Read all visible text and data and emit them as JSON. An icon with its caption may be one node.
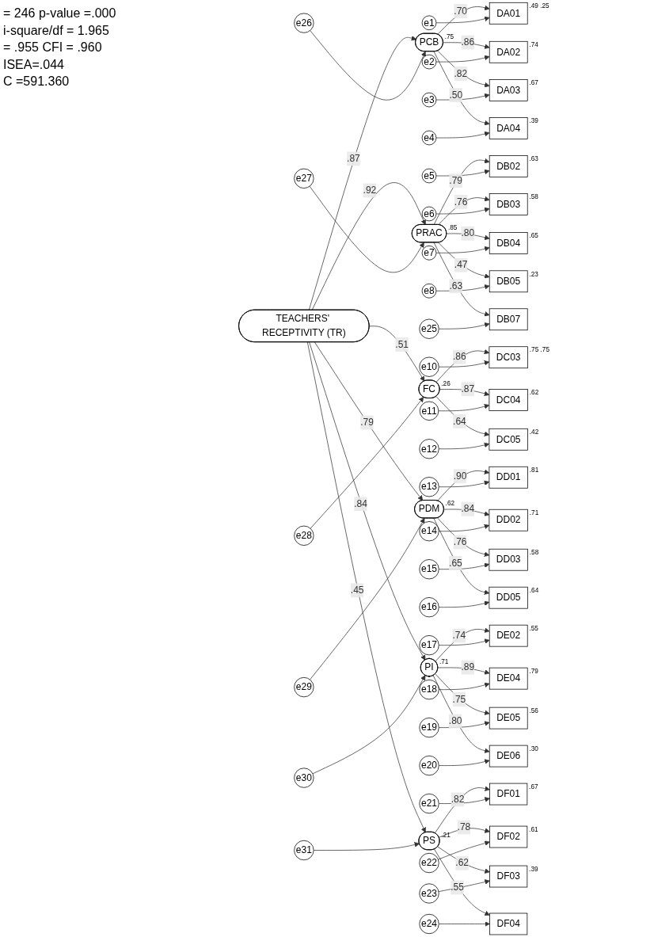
{
  "diagram": {
    "nodes": [
      {
        "text": [
          "TEACHERS' RECEPTIVITY (TR)"
        ]
      },
      {
        "text": [
          "e26"
        ]
      },
      {
        "text": [
          "PCB"
        ],
        "beside": [
          ".75"
        ]
      },
      {
        "text": [
          "DA01"
        ],
        "beside": [
          ".49",
          ".25"
        ]
      },
      {
        "text": [
          "DA02"
        ],
        "beside": [
          ".74"
        ]
      },
      {
        "text": [
          "DA03"
        ],
        "beside": [
          ".67"
        ]
      },
      {
        "text": [
          "DA04"
        ],
        "beside": [
          ".39"
        ]
      },
      {
        "text": [
          "e1"
        ]
      },
      {
        "text": [
          "e2"
        ]
      },
      {
        "text": [
          "e3"
        ]
      },
      {
        "text": [
          "e4"
        ]
      },
      {
        "text": [
          "e27"
        ]
      },
      {
        "text": [
          "PRAC"
        ],
        "beside": [
          ".85"
        ]
      },
      {
        "text": [
          "DB02"
        ],
        "beside": [
          ".63"
        ]
      },
      {
        "text": [
          "DB03"
        ],
        "beside": [
          ".58"
        ]
      },
      {
        "text": [
          "DB04"
        ],
        "beside": [
          ".65"
        ]
      },
      {
        "text": [
          "DB05"
        ],
        "beside": [
          ".23"
        ]
      },
      {
        "text": [
          "DB07"
        ]
      },
      {
        "text": [
          "e5"
        ]
      },
      {
        "text": [
          "e6"
        ]
      },
      {
        "text": [
          "e7"
        ]
      },
      {
        "text": [
          "e8"
        ]
      },
      {
        "text": [
          "e25"
        ]
      },
      {
        "text": [
          "e28"
        ]
      },
      {
        "text": [
          "FC"
        ],
        "beside": [
          ".26"
        ]
      },
      {
        "text": [
          "DC03"
        ],
        "beside": [
          ".75",
          ".75"
        ]
      },
      {
        "text": [
          "DC04"
        ],
        "beside": [
          ".62"
        ]
      },
      {
        "text": [
          "DC05"
        ],
        "beside": [
          ".42"
        ]
      },
      {
        "text": [
          "e10"
        ]
      },
      {
        "text": [
          "e11"
        ]
      },
      {
        "text": [
          "e12"
        ]
      },
      {
        "text": [
          "e29"
        ]
      },
      {
        "text": [
          "PDM"
        ],
        "beside": [
          ".62"
        ]
      },
      {
        "text": [
          "DD01"
        ],
        "beside": [
          ".81"
        ]
      },
      {
        "text": [
          "DD02"
        ],
        "beside": [
          ".71"
        ]
      },
      {
        "text": [
          "DD03"
        ],
        "beside": [
          ".58"
        ]
      },
      {
        "text": [
          "DD05"
        ],
        "beside": [
          ".64"
        ]
      },
      {
        "text": [
          "e13"
        ]
      },
      {
        "text": [
          "e14"
        ]
      },
      {
        "text": [
          "e15"
        ]
      },
      {
        "text": [
          "e16"
        ]
      },
      {
        "text": [
          "e30"
        ]
      },
      {
        "text": [
          "PI"
        ],
        "beside": [
          ".71"
        ]
      },
      {
        "text": [
          "DE02"
        ],
        "beside": [
          ".55"
        ]
      },
      {
        "text": [
          "DE04"
        ],
        "beside": [
          ".79"
        ]
      },
      {
        "text": [
          "DE05"
        ],
        "beside": [
          ".56"
        ]
      },
      {
        "text": [
          "DE06"
        ],
        "beside": [
          ".30"
        ]
      },
      {
        "text": [
          "e17"
        ]
      },
      {
        "text": [
          "e18"
        ]
      },
      {
        "text": [
          "e19"
        ]
      },
      {
        "text": [
          "e20"
        ]
      },
      {
        "text": [
          "e31"
        ]
      },
      {
        "text": [
          "PS"
        ],
        "beside": [
          ".21"
        ]
      },
      {
        "text": [
          "DF01"
        ],
        "beside": [
          ".67"
        ]
      },
      {
        "text": [
          "DF02"
        ],
        "beside": [
          ".61"
        ]
      },
      {
        "text": [
          "DF03"
        ],
        "beside": [
          ".39"
        ]
      },
      {
        "text": [
          "DF04"
        ]
      },
      {
        "text": [
          "e21"
        ]
      },
      {
        "text": [
          "e22"
        ]
      },
      {
        "text": [
          "e23"
        ]
      },
      {
        "text": [
          "e24"
        ]
      }
    ],
    "edges": [
      {
        "from": 0,
        "to": 2,
        "arrow": "to",
        "label": ".87"
      },
      {
        "from": 1,
        "to": 2,
        "arrow": "to"
      },
      {
        "from": 2,
        "to": 3,
        "arrow": "to",
        "label": ".70"
      },
      {
        "from": 2,
        "to": 4,
        "arrow": "to",
        "label": ".86"
      },
      {
        "from": 2,
        "to": 5,
        "arrow": "to",
        "label": ".82"
      },
      {
        "from": 2,
        "to": 6,
        "arrow": "to",
        "label": ".50"
      },
      {
        "from": 7,
        "to": 3,
        "arrow": "to"
      },
      {
        "from": 8,
        "to": 4,
        "arrow": "to"
      },
      {
        "from": 9,
        "to": 5,
        "arrow": "to"
      },
      {
        "from": 10,
        "to": 6,
        "arrow": "to"
      },
      {
        "from": 0,
        "to": 12,
        "arrow": "to",
        "label": ".92"
      },
      {
        "from": 11,
        "to": 12,
        "arrow": "to"
      },
      {
        "from": 12,
        "to": 13,
        "arrow": "to",
        "label": ".79"
      },
      {
        "from": 12,
        "to": 14,
        "arrow": "to",
        "label": ".76"
      },
      {
        "from": 12,
        "to": 15,
        "arrow": "to",
        "label": ".80"
      },
      {
        "from": 12,
        "to": 16,
        "arrow": "to",
        "label": ".47"
      },
      {
        "from": 12,
        "to": 17,
        "arrow": "to",
        "label": ".63"
      },
      {
        "from": 18,
        "to": 13,
        "arrow": "to"
      },
      {
        "from": 19,
        "to": 14,
        "arrow": "to"
      },
      {
        "from": 20,
        "to": 15,
        "arrow": "to"
      },
      {
        "from": 21,
        "to": 16,
        "arrow": "to"
      },
      {
        "from": 22,
        "to": 17,
        "arrow": "to"
      },
      {
        "from": 0,
        "to": 24,
        "arrow": "to",
        "label": ".51"
      },
      {
        "from": 23,
        "to": 24,
        "arrow": "to"
      },
      {
        "from": 24,
        "to": 25,
        "arrow": "to",
        "label": ".86"
      },
      {
        "from": 24,
        "to": 26,
        "arrow": "to",
        "label": ".87"
      },
      {
        "from": 24,
        "to": 27,
        "arrow": "to",
        "label": ".64"
      },
      {
        "from": 28,
        "to": 25,
        "arrow": "to"
      },
      {
        "from": 29,
        "to": 26,
        "arrow": "to"
      },
      {
        "from": 30,
        "to": 27,
        "arrow": "to"
      },
      {
        "from": 0,
        "to": 32,
        "arrow": "to",
        "label": ".79"
      },
      {
        "from": 31,
        "to": 32,
        "arrow": "to"
      },
      {
        "from": 32,
        "to": 33,
        "arrow": "to",
        "label": ".90"
      },
      {
        "from": 32,
        "to": 34,
        "arrow": "to",
        "label": ".84"
      },
      {
        "from": 32,
        "to": 35,
        "arrow": "to",
        "label": ".76"
      },
      {
        "from": 32,
        "to": 36,
        "arrow": "to",
        "label": ".65"
      },
      {
        "from": 37,
        "to": 33,
        "arrow": "to"
      },
      {
        "from": 38,
        "to": 34,
        "arrow": "to"
      },
      {
        "from": 39,
        "to": 35,
        "arrow": "to"
      },
      {
        "from": 40,
        "to": 36,
        "arrow": "to"
      },
      {
        "from": 0,
        "to": 42,
        "arrow": "to",
        "label": ".84"
      },
      {
        "from": 41,
        "to": 42,
        "arrow": "to"
      },
      {
        "from": 42,
        "to": 43,
        "arrow": "to",
        "label": ".74"
      },
      {
        "from": 42,
        "to": 44,
        "arrow": "to",
        "label": ".89"
      },
      {
        "from": 42,
        "to": 45,
        "arrow": "to",
        "label": ".75"
      },
      {
        "from": 42,
        "to": 46,
        "arrow": "to",
        "label": ".80"
      },
      {
        "from": 47,
        "to": 43,
        "arrow": "to"
      },
      {
        "from": 48,
        "to": 44,
        "arrow": "to"
      },
      {
        "from": 49,
        "to": 45,
        "arrow": "to"
      },
      {
        "from": 50,
        "to": 46,
        "arrow": "to"
      },
      {
        "from": 0,
        "to": 52,
        "arrow": "to",
        "label": ".45"
      },
      {
        "from": 51,
        "to": 52,
        "arrow": "to"
      },
      {
        "from": 52,
        "to": 53,
        "arrow": "to",
        "label": ".82"
      },
      {
        "from": 52,
        "to": 54,
        "arrow": "to",
        "label": ".78"
      },
      {
        "from": 52,
        "to": 55,
        "arrow": "to",
        "label": ".62"
      },
      {
        "from": 52,
        "to": 56,
        "arrow": "to",
        "label": ".55"
      },
      {
        "from": 57,
        "to": 53,
        "arrow": "to"
      },
      {
        "from": 58,
        "to": 54,
        "arrow": "to"
      },
      {
        "from": 59,
        "to": 55,
        "arrow": "to"
      },
      {
        "from": 60,
        "to": 56,
        "arrow": "to"
      }
    ],
    "labels": [
      "= 246   p-value =.000",
      "i-square/df = 1.965",
      "= .955  CFI = .960",
      "ISEA=.044",
      "C =591.360"
    ]
  }
}
